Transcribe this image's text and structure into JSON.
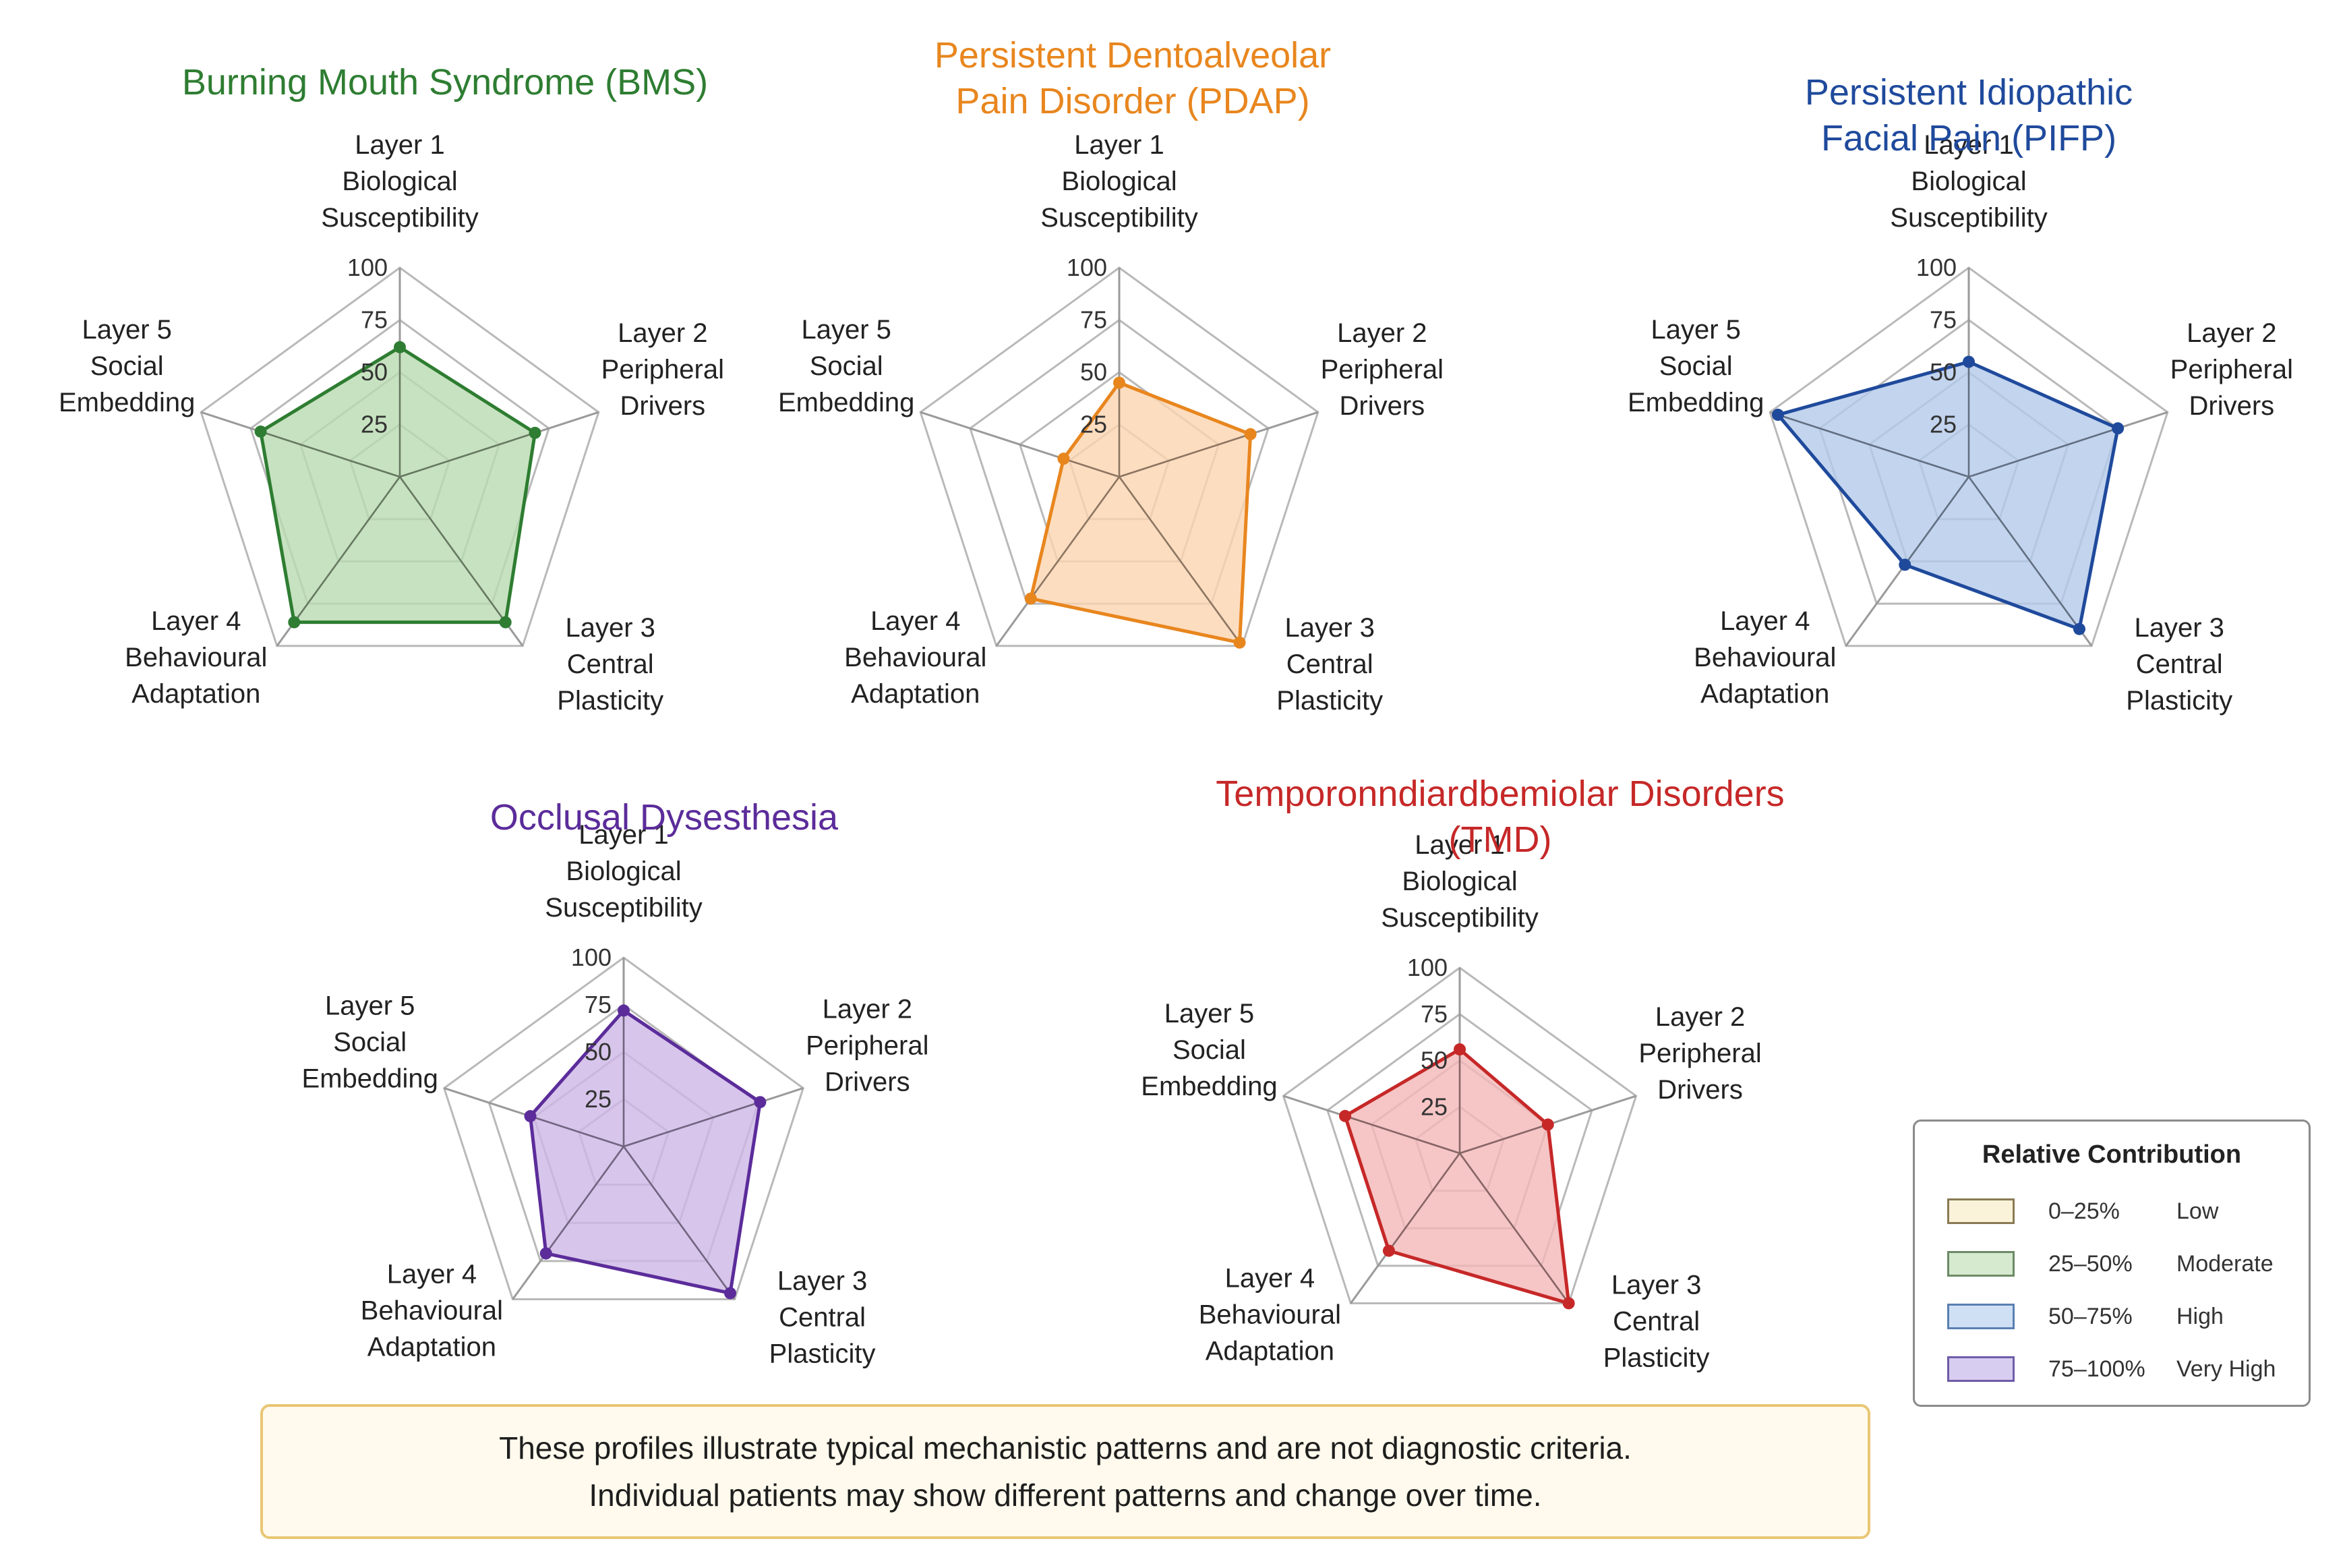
{
  "chart_data": [
    {
      "type": "radar",
      "title": "Burning Mouth Syndrome (BMS)",
      "title_color": "#2e7d32",
      "fill_color": "#b9dbb0",
      "axes": [
        [
          "Layer 1",
          "Biological",
          "Susceptibility"
        ],
        [
          "Layer 2",
          "Peripheral",
          "Drivers"
        ],
        [
          "Layer 3",
          "Central",
          "Plasticity"
        ],
        [
          "Layer 4",
          "Behavioural",
          "Adaptation"
        ],
        [
          "Layer 5",
          "Social",
          "Embedding"
        ]
      ],
      "values": [
        62,
        68,
        86,
        86,
        70
      ],
      "ticks": [
        "25",
        "50",
        "75",
        "100"
      ],
      "range": [
        0,
        100
      ]
    },
    {
      "type": "radar",
      "title": [
        "Persistent Dentoalveolar",
        "Pain Disorder (PDAP)"
      ],
      "title_color": "#e8861e",
      "fill_color": "#fcd4b0",
      "axes": [
        [
          "Layer 1",
          "Biological",
          "Susceptibility"
        ],
        [
          "Layer 2",
          "Peripheral",
          "Drivers"
        ],
        [
          "Layer 3",
          "Central",
          "Plasticity"
        ],
        [
          "Layer 4",
          "Behavioural",
          "Adaptation"
        ],
        [
          "Layer 5",
          "Social",
          "Embedding"
        ]
      ],
      "values": [
        45,
        66,
        98,
        72,
        28
      ],
      "ticks": [
        "25",
        "50",
        "75",
        "100"
      ],
      "range": [
        0,
        100
      ]
    },
    {
      "type": "radar",
      "title": [
        "Persistent Idiopathic",
        "Facial Pain (PIFP)"
      ],
      "title_color": "#1f4a9c",
      "fill_color": "#b3c9ea",
      "axes": [
        [
          "Layer 1",
          "Biological",
          "Susceptibility"
        ],
        [
          "Layer 2",
          "Peripheral",
          "Drivers"
        ],
        [
          "Layer 3",
          "Central",
          "Plasticity"
        ],
        [
          "Layer 4",
          "Behavioural",
          "Adaptation"
        ],
        [
          "Layer 5",
          "Social",
          "Embedding"
        ]
      ],
      "values": [
        55,
        75,
        90,
        52,
        96
      ],
      "ticks": [
        "25",
        "50",
        "75",
        "100"
      ],
      "range": [
        0,
        100
      ]
    },
    {
      "type": "radar",
      "title": "Occlusal Dysesthesia",
      "title_color": "#5b2c9a",
      "fill_color": "#cdb6e6",
      "axes": [
        [
          "Layer 1",
          "Biological",
          "Susceptibility"
        ],
        [
          "Layer 2",
          "Peripheral",
          "Drivers"
        ],
        [
          "Layer 3",
          "Central",
          "Plasticity"
        ],
        [
          "Layer 4",
          "Behavioural",
          "Adaptation"
        ],
        [
          "Layer 5",
          "Social",
          "Embedding"
        ]
      ],
      "values": [
        72,
        76,
        96,
        70,
        52
      ],
      "ticks": [
        "25",
        "50",
        "75",
        "100"
      ],
      "range": [
        0,
        100
      ]
    },
    {
      "type": "radar",
      "title": [
        "Temporonndiardbemiolar Disorders",
        "(TMD)"
      ],
      "title_color": "#c62828",
      "fill_color": "#f4b7b7",
      "axes": [
        [
          "Layer 1",
          "Biological",
          "Susceptibility"
        ],
        [
          "Layer 2",
          "Peripheral",
          "Drivers"
        ],
        [
          "Layer 3",
          "Central",
          "Plasticity"
        ],
        [
          "Layer 4",
          "Behavioural",
          "Adaptation"
        ],
        [
          "Layer 5",
          "Social",
          "Embedding"
        ]
      ],
      "values": [
        56,
        50,
        100,
        65,
        65
      ],
      "ticks": [
        "25",
        "50",
        "75",
        "100"
      ],
      "range": [
        0,
        100
      ]
    }
  ],
  "legend": {
    "title": "Relative Contribution",
    "items": [
      {
        "range": "0–25%",
        "level": "Low",
        "color": "#fbf3d9",
        "border": "#8a7a55"
      },
      {
        "range": "25–50%",
        "level": "Moderate",
        "color": "#d6ead0",
        "border": "#6d8a66"
      },
      {
        "range": "50–75%",
        "level": "High",
        "color": "#cfe0f5",
        "border": "#5a7fb0"
      },
      {
        "range": "75–100%",
        "level": "Very High",
        "color": "#d7cdf0",
        "border": "#6e5ca8"
      }
    ]
  },
  "footnote": {
    "line1": "These profiles illustrate typical mechanistic patterns and are not diagnostic criteria.",
    "line2": "Individual patients may show different patterns and change over time."
  }
}
